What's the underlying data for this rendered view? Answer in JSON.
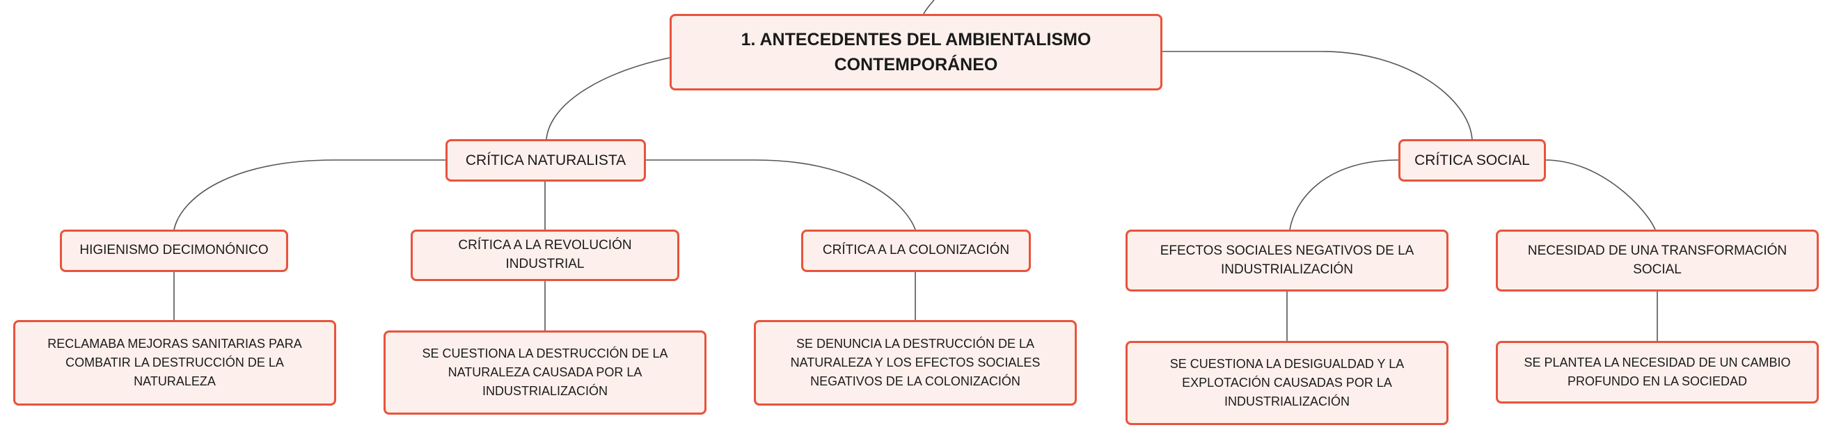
{
  "root": {
    "label": "1. ANTECEDENTES DEL AMBIENTALISMO CONTEMPORÁNEO"
  },
  "branches": [
    {
      "label": "CRÍTICA NATURALISTA",
      "children": [
        {
          "label": "HIGIENISMO DECIMONÓNICO",
          "detail": "RECLAMABA MEJORAS SANITARIAS PARA COMBATIR LA DESTRUCCIÓN DE LA NATURALEZA"
        },
        {
          "label": "CRÍTICA A LA REVOLUCIÓN INDUSTRIAL",
          "detail": "SE CUESTIONA LA DESTRUCCIÓN DE LA NATURALEZA CAUSADA POR LA INDUSTRIALIZACIÓN"
        },
        {
          "label": "CRÍTICA A LA COLONIZACIÓN",
          "detail": "SE DENUNCIA LA DESTRUCCIÓN DE LA NATURALEZA Y LOS EFECTOS SOCIALES NEGATIVOS DE LA COLONIZACIÓN"
        }
      ]
    },
    {
      "label": "CRÍTICA SOCIAL",
      "children": [
        {
          "label": "EFECTOS SOCIALES NEGATIVOS DE LA INDUSTRIALIZACIÓN",
          "detail": "SE CUESTIONA LA DESIGUALDAD Y LA EXPLOTACIÓN CAUSADAS POR LA INDUSTRIALIZACIÓN"
        },
        {
          "label": "NECESIDAD DE UNA TRANSFORMACIÓN SOCIAL",
          "detail": "SE PLANTEA LA NECESIDAD DE UN CAMBIO PROFUNDO EN LA SOCIEDAD"
        }
      ]
    }
  ],
  "colors": {
    "border": "#e8533c",
    "fill": "#fdf0ec",
    "connector": "#555555"
  }
}
